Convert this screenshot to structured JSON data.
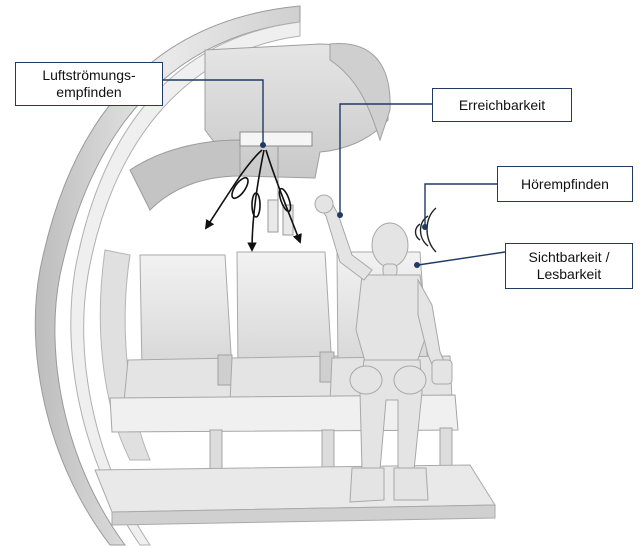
{
  "labels": {
    "airflow": {
      "line1": "Luftströmungs-",
      "line2": "empfinden"
    },
    "reach": "Erreichbarkeit",
    "hearing": "Hörempfinden",
    "visibility": {
      "line1": "Sichtbarkeit /",
      "line2": "Lesbarkeit"
    }
  },
  "colors": {
    "callout_line": "#1f3a63",
    "callout_dot": "#1f3a63",
    "cabin_shell": "#d9d9d9",
    "seat": "#e8e8e8",
    "mannequin": "#e6e6e6"
  }
}
